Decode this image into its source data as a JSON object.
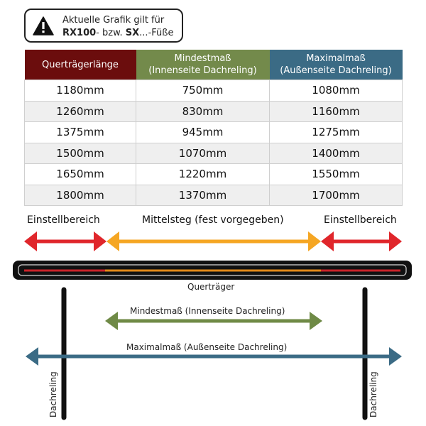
{
  "notice": {
    "icon": "warning-icon",
    "line1": "Aktuelle Grafik gilt für",
    "line2_bold_a": "RX100",
    "line2_mid": "- bzw. ",
    "line2_bold_b": "SX",
    "line2_end": "...-Füße"
  },
  "table": {
    "headers": [
      {
        "line1": "Querträgerlänge",
        "line2": ""
      },
      {
        "line1": "Mindestmaß",
        "line2": "(Innenseite Dachreling)"
      },
      {
        "line1": "Maximalmaß",
        "line2": "(Außenseite Dachreling)"
      }
    ],
    "rows": [
      [
        "1180mm",
        "750mm",
        "1080mm"
      ],
      [
        "1260mm",
        "830mm",
        "1160mm"
      ],
      [
        "1375mm",
        "945mm",
        "1275mm"
      ],
      [
        "1500mm",
        "1070mm",
        "1400mm"
      ],
      [
        "1650mm",
        "1220mm",
        "1550mm"
      ],
      [
        "1800mm",
        "1370mm",
        "1700mm"
      ]
    ]
  },
  "diagram": {
    "left_range_label": "Einstellbereich",
    "center_label": "Mittelsteg (fest vorgegeben)",
    "right_range_label": "Einstellbereich",
    "crossbar_label": "Querträger",
    "min_label": "Mindestmaß (Innenseite Dachreling)",
    "max_label": "Maximalmaß (Außenseite Dachreling)",
    "rail_left_label": "Dachreling",
    "rail_right_label": "Dachreling",
    "colors": {
      "red": "#e0262b",
      "orange": "#f5a623",
      "green": "#6f8a46",
      "blue": "#3b6b85",
      "header_red": "#6b0d0d"
    }
  }
}
